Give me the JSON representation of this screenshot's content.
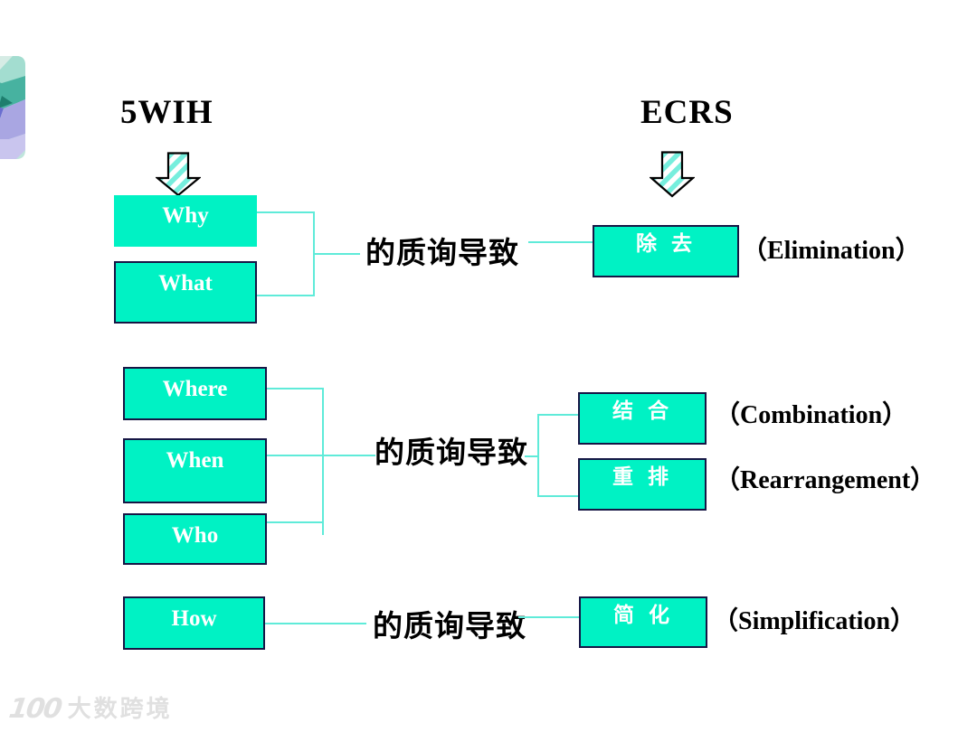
{
  "slide": {
    "left_title": "5WIH",
    "right_title": "ECRS"
  },
  "rows": {
    "row1": {
      "boxes": {
        "why": "Why",
        "what": "What"
      },
      "connector": "的质询导致",
      "result": {
        "cn": "除 去",
        "en": "（Elimination）"
      }
    },
    "row2": {
      "boxes": {
        "where": "Where",
        "when": "When",
        "who": "Who"
      },
      "connector": "的质询导致",
      "results": {
        "combine": {
          "cn": "结 合",
          "en": "（Combination）"
        },
        "rearrange": {
          "cn": "重 排",
          "en": "（Rearrangement）"
        }
      }
    },
    "row3": {
      "boxes": {
        "how": "How"
      },
      "connector": "的质询导致",
      "result": {
        "cn": "简 化",
        "en": "（Simplification）"
      }
    }
  },
  "watermark": {
    "logo": "100",
    "brand": "大数跨境"
  },
  "icons": {
    "down_arrow": "striped-down-arrow-icon",
    "corner_badge": "faceted-ribbon-logo"
  },
  "colors": {
    "box_fill": "#00f2c4",
    "box_border": "#161645",
    "connector_line": "#5febd9",
    "stripe": "#76eedd",
    "title_text": "#000000",
    "box_text": "#ffffff",
    "watermark_text": "#e0e0e0"
  }
}
